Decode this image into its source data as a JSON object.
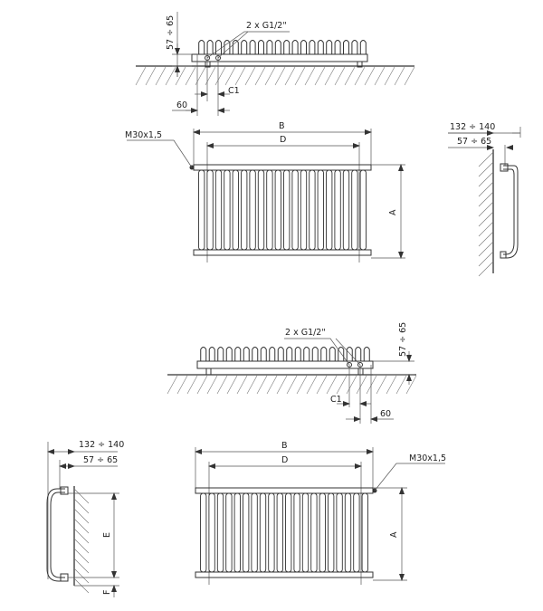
{
  "diagram_1": {
    "top_view": {
      "connection_label": "2 x G1/2\"",
      "height_label": "57 ÷ 65",
      "offset_label": "60",
      "c1_label": "C1"
    },
    "front_view": {
      "b_label": "B",
      "d_label": "D",
      "a_label": "A",
      "thread_label": "M30x1,5"
    },
    "side_view": {
      "outer_label": "132 ÷ 140",
      "inner_label": "57 ÷ 65"
    }
  },
  "diagram_2": {
    "top_view": {
      "connection_label": "2 x G1/2\"",
      "height_label": "57 ÷ 65",
      "offset_label": "60",
      "c1_label": "C1"
    },
    "front_view": {
      "b_label": "B",
      "d_label": "D",
      "a_label": "A",
      "thread_label": "M30x1,5"
    },
    "side_view": {
      "outer_label": "132 ÷ 140",
      "inner_label": "57 ÷ 65",
      "e_label": "E",
      "f_label": "F"
    }
  }
}
